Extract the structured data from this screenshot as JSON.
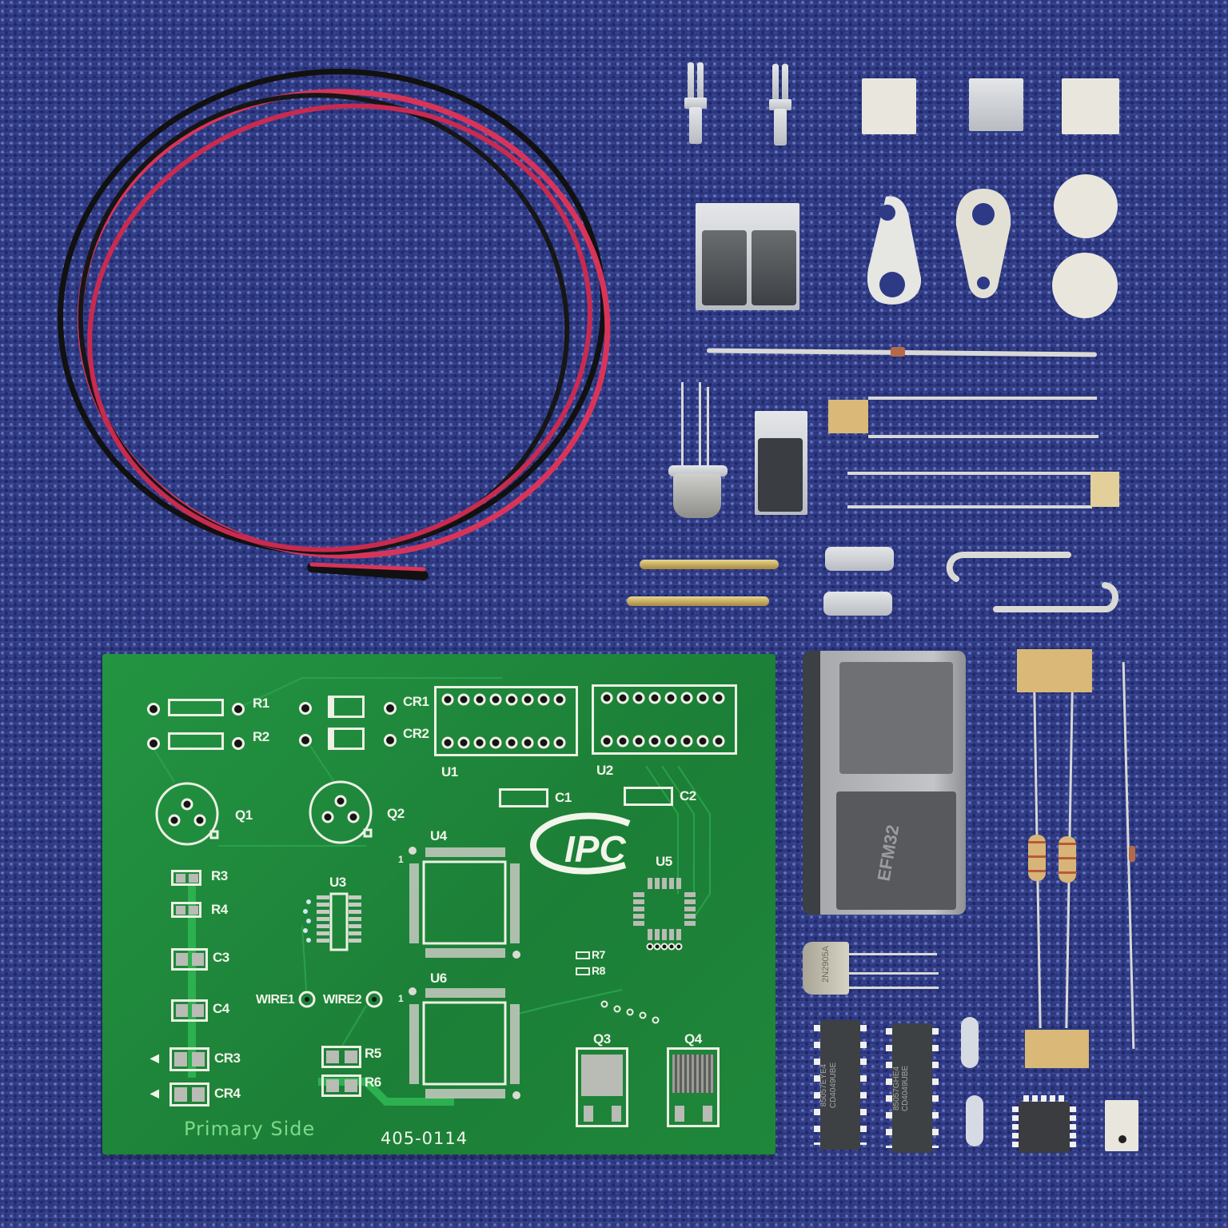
{
  "scene": {
    "description": "IPC soldering training kit laid out on blue fabric",
    "background_color": "#2e3a86",
    "pcb_color": "#1f8a3c",
    "silkscreen_color": "#f2f5ea"
  },
  "pcb": {
    "part_number": "405-0114",
    "side_label": "Primary Side",
    "logo": "IPC",
    "labels": {
      "r1": "R1",
      "r2": "R2",
      "cr1": "CR1",
      "cr2": "CR2",
      "u1": "U1",
      "u2": "U2",
      "c1": "C1",
      "c2": "C2",
      "q1": "Q1",
      "q2": "Q2",
      "u3": "U3",
      "u4": "U4",
      "u5": "U5",
      "u6": "U6",
      "r3": "R3",
      "r4": "R4",
      "c3": "C3",
      "c4": "C4",
      "cr3": "CR3",
      "cr4": "CR4",
      "r5": "R5",
      "r6": "R6",
      "r7": "R7",
      "r8": "R8",
      "q3": "Q3",
      "q4": "Q4",
      "wire1": "WIRE1",
      "wire2": "WIRE2",
      "pin1_u4": "1",
      "pin1_u6": "1"
    }
  },
  "components": {
    "wires": {
      "colors": [
        "#d8345a",
        "#111111"
      ],
      "label": "red and black stranded wire"
    },
    "qfp_tray_chip_marking": "EFM32",
    "to39_transistor_marking": "2N2905A",
    "dip_ic_1_marking": [
      "85057EYE4",
      "CD4049UBE"
    ],
    "dip_ic_2_marking": [
      "85057GHE4",
      "CD4049UBE"
    ],
    "items": [
      "bifurcated-terminal",
      "bifurcated-terminal",
      "smd-test-coupon",
      "smd-test-coupon",
      "smd-test-coupon",
      "dual-smd-coupon",
      "solder-lug",
      "solder-lug",
      "ceramic-disc",
      "ceramic-disc",
      "axial-diode",
      "to39-transistor",
      "dpak-coupon",
      "radial-capacitor",
      "radial-capacitor",
      "gold-pin",
      "gold-pin",
      "turret-terminal",
      "turret-terminal",
      "j-hook-wire",
      "j-hook-wire",
      "qfp-tray",
      "radial-capacitor-pair",
      "axial-resistor",
      "axial-resistor",
      "axial-diode",
      "to39-transistor",
      "dip14-ic",
      "dip14-ic",
      "clip-standoff",
      "clip-standoff",
      "lcc-chip",
      "smd-coupon-small"
    ]
  }
}
